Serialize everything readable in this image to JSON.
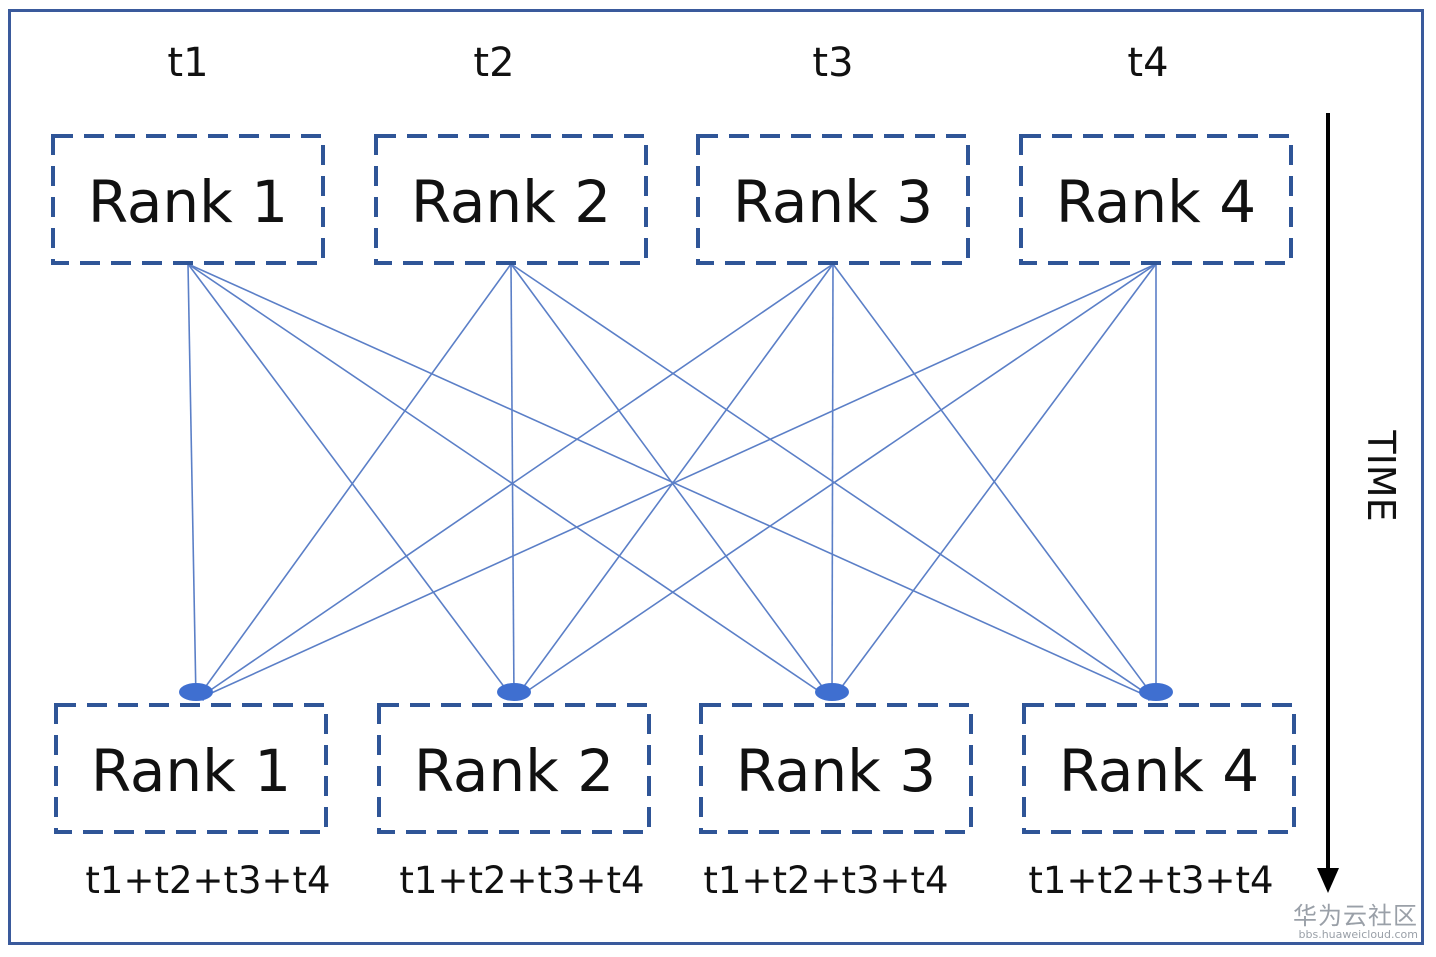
{
  "top_labels": [
    "t1",
    "t2",
    "t3",
    "t4"
  ],
  "top_ranks": [
    "Rank 1",
    "Rank 2",
    "Rank 3",
    "Rank 4"
  ],
  "bottom_ranks": [
    "Rank 1",
    "Rank 2",
    "Rank 3",
    "Rank 4"
  ],
  "bottom_sums": [
    "t1+t2+t3+t4",
    "t1+t2+t3+t4",
    "t1+t2+t3+t4",
    "t1+t2+t3+t4"
  ],
  "axis_label": "TIME",
  "colors": {
    "frame": "#3a5a9c",
    "box_dash": "#2f5597",
    "edges": "#5b7fc7",
    "arrowheads": "#3f6fd0",
    "time_axis": "#000000"
  },
  "watermark": {
    "text": "华为云社区",
    "url": "bbs.huaweicloud.com"
  }
}
